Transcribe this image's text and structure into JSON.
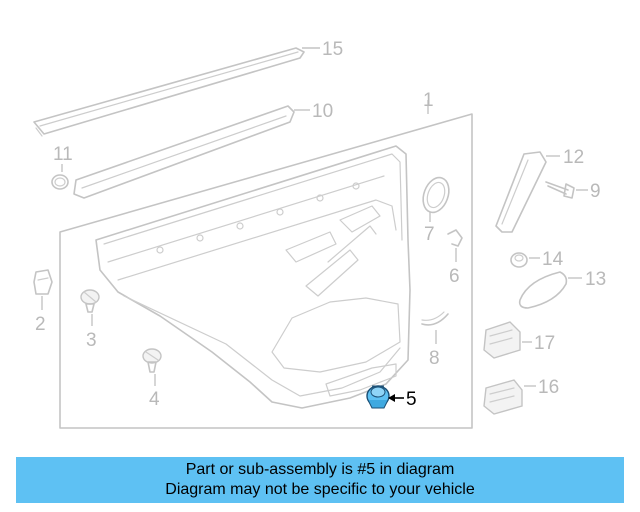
{
  "diagram": {
    "labels": {
      "p1": "1",
      "p2": "2",
      "p3": "3",
      "p4": "4",
      "p5": "5",
      "p6": "6",
      "p7": "7",
      "p8": "8",
      "p9": "9",
      "p10": "10",
      "p11": "11",
      "p12": "12",
      "p13": "13",
      "p14": "14",
      "p15": "15",
      "p16": "16",
      "p17": "17"
    },
    "highlight_part": "5",
    "highlight_color": "#5ec1f3",
    "line_color": "#c4c4c4"
  },
  "banner": {
    "line1": "Part or sub-assembly is #5 in diagram",
    "line2": "Diagram may not be specific to your vehicle",
    "background": "#5ec1f3"
  }
}
